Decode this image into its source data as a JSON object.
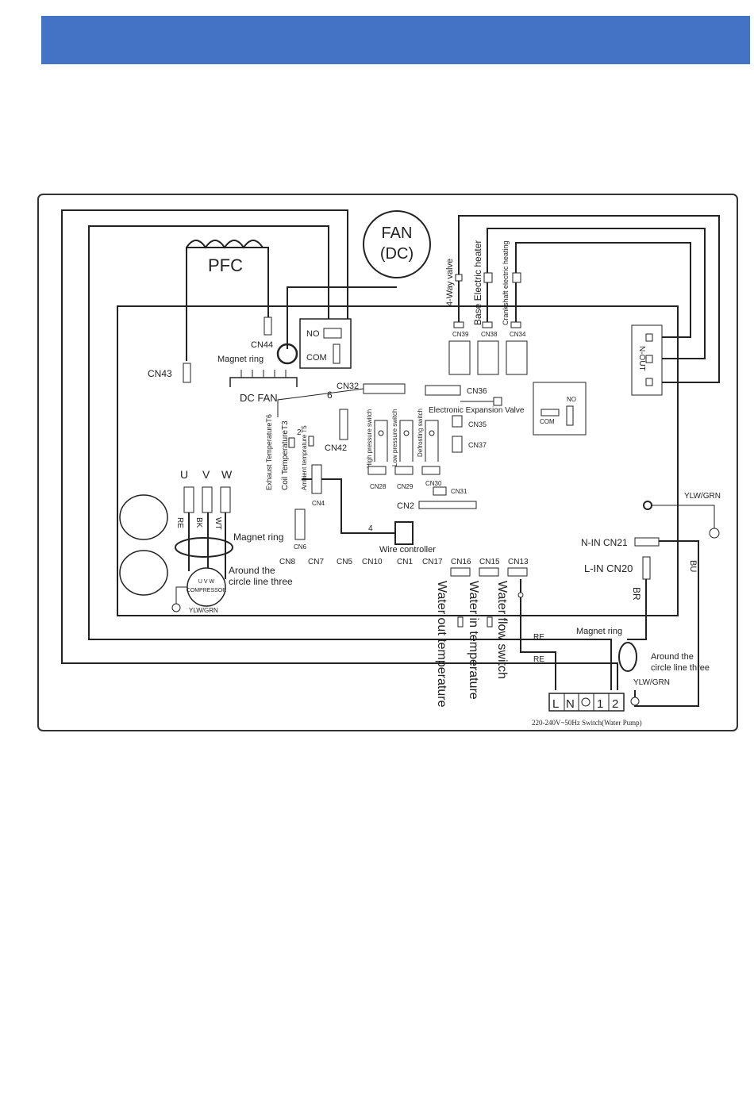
{
  "header": {
    "color": "#4472c4"
  },
  "diagram": {
    "pfc": "PFC",
    "fan_line1": "FAN",
    "fan_line2": "(DC)",
    "no": "NO",
    "com": "COM",
    "cn44": "CN44",
    "magnet_ring": "Magnet ring",
    "cn43": "CN43",
    "dc_fan": "DC FAN",
    "cn32": "CN32",
    "six": "6",
    "cn36": "CN36",
    "eev": "Electronic Expansion Valve",
    "four_way_valve": "4-Way valve",
    "base_electric_heater": "Base Electric heater",
    "crankshaft_heating": "Crankshaft electric heating",
    "cn39": "CN39",
    "cn38": "CN38",
    "cn34": "CN34",
    "n_out": "N-OUT",
    "exhaust_temp": "Exhaust TemperatureT6",
    "coil_temp": "Coil TemperatureT3",
    "ambient_temp": "Ambient temprature T5",
    "two": "2",
    "cn42": "CN42",
    "high_pressure_switch": "High pressure switch",
    "low_pressure_switch": "Low pressure switch",
    "defrosting_switch": "Defrosting switch",
    "cn35": "CN35",
    "cn37": "CN37",
    "com_small": "COM",
    "no_small": "NO",
    "u": "U",
    "v": "V",
    "w": "W",
    "re": "RE",
    "bk": "BK",
    "wt": "WT",
    "cn4": "CN4",
    "cn28": "CN28",
    "cn29": "CN29",
    "cn30": "CN30",
    "cn31": "CN31",
    "cn2": "CN2",
    "magnet_ring_2": "Magnet ring",
    "cn6": "CN6",
    "four": "4",
    "wire_controller": "Wire controller",
    "cn8": "CN8",
    "cn7": "CN7",
    "cn5": "CN5",
    "cn10": "CN10",
    "cn1": "CN1",
    "cn17": "CN17",
    "cn16": "CN16",
    "cn15": "CN15",
    "cn13": "CN13",
    "around_1": "Around the",
    "around_2": "circle line three",
    "compressor": "COMPRESSOR",
    "uvw": "U V W",
    "ylw_grn_comp": "YLW/GRN",
    "water_out_temp": "Water out temperature",
    "water_in_temp": "Water in temperature",
    "water_flow_switch": "Water flow switch",
    "ylw_grn": "YLW/GRN",
    "n_in": "N-IN CN21",
    "l_in": "L-IN CN20",
    "bu": "BU",
    "br": "BR",
    "re_1": "RE",
    "re_2": "RE",
    "magnet_ring_3": "Magnet ring",
    "around_3": "Around the",
    "around_4": "circle line three",
    "ylw_grn_2": "YLW/GRN",
    "t_l": "L",
    "t_n": "N",
    "t_1": "1",
    "t_2": "2",
    "supply_caption": "220-240V~50Hz Switch(Water Pump)"
  }
}
